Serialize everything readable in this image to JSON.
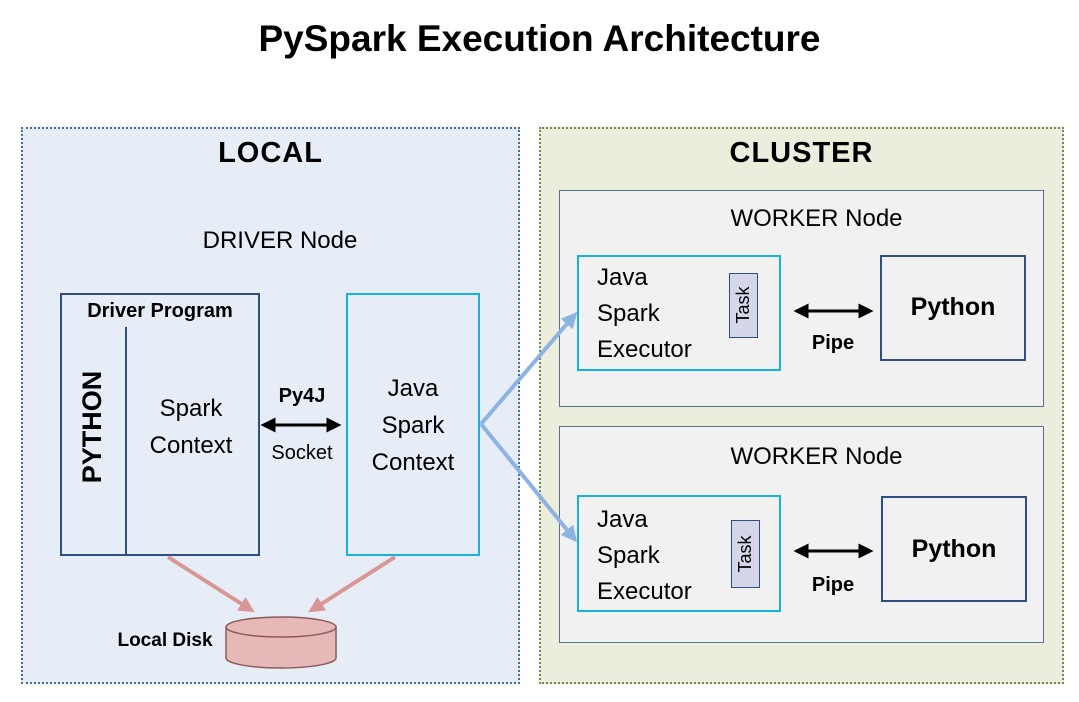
{
  "title": "PySpark Execution Architecture",
  "local": {
    "label": "LOCAL",
    "driver_node_label": "DRIVER Node",
    "driver_program_label": "Driver Program",
    "python_label": "PYTHON",
    "spark_context_lines": [
      "Spark",
      "Context"
    ],
    "java_spark_context_lines": [
      "Java",
      "Spark",
      "Context"
    ],
    "py4j_label": "Py4J",
    "socket_label": "Socket",
    "local_disk_label": "Local Disk"
  },
  "cluster": {
    "label": "CLUSTER",
    "workers": [
      {
        "label": "WORKER Node",
        "executor_lines": [
          "Java",
          "Spark",
          "Executor"
        ],
        "task_label": "Task",
        "pipe_label": "Pipe",
        "python_label": "Python"
      },
      {
        "label": "WORKER Node",
        "executor_lines": [
          "Java",
          "Spark",
          "Executor"
        ],
        "task_label": "Task",
        "pipe_label": "Pipe",
        "python_label": "Python"
      }
    ]
  },
  "colors": {
    "local_bg": "#e6edf6",
    "cluster_bg": "#ebeedd",
    "java_border": "#16b0e6",
    "python_border": "#2f4f82",
    "blue_arrow": "#8db3e2",
    "disk_arrow": "#d99694",
    "disk_fill": "#e6b9b8"
  }
}
